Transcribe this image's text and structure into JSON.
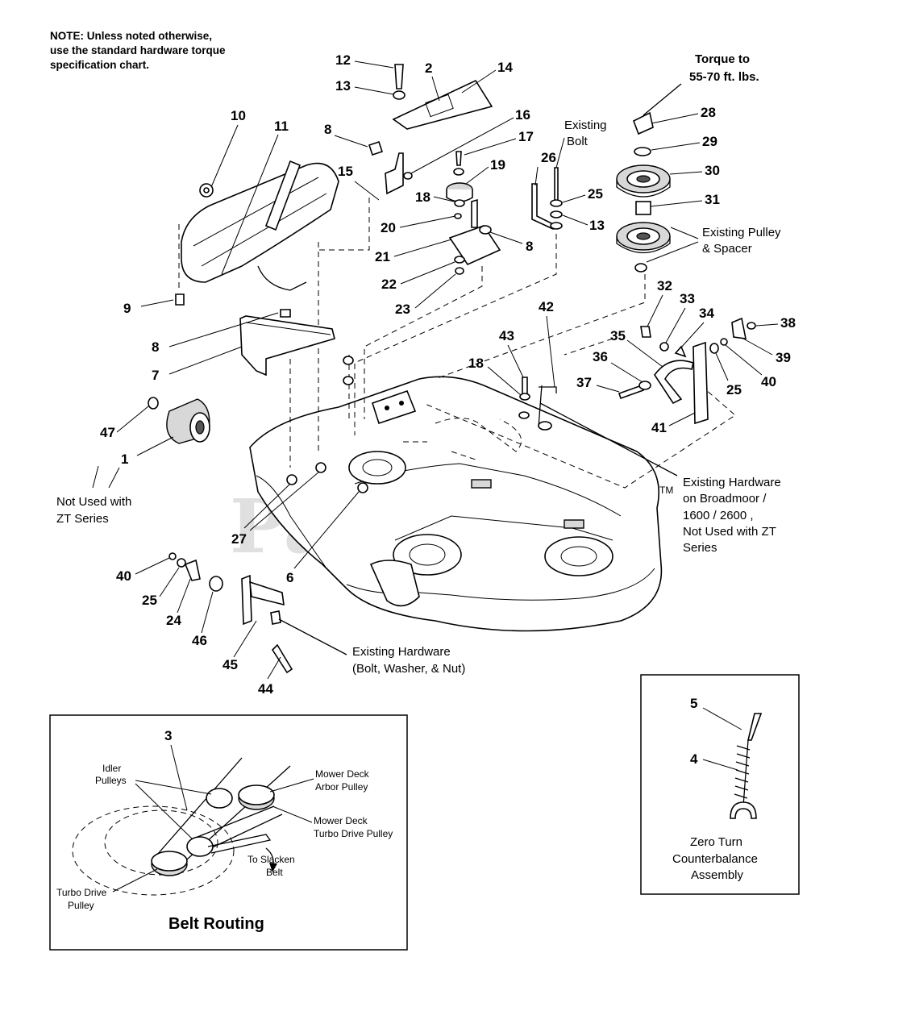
{
  "note": {
    "line1": "NOTE: Unless noted otherwise,",
    "line2": "use the standard hardware torque",
    "line3": "specification chart."
  },
  "torque": {
    "line1": "Torque to",
    "line2": "55-70 ft. lbs."
  },
  "labels": {
    "existing_bolt_1": "Existing",
    "existing_bolt_2": "Bolt",
    "existing_pulley_1": "Existing Pulley",
    "existing_pulley_2": "& Spacer",
    "not_used_1": "Not Used with",
    "not_used_2": "ZT Series",
    "broadmoor_1": "Existing Hardware",
    "broadmoor_2": "on Broadmoor /",
    "broadmoor_3": "1600 / 2600 ,",
    "broadmoor_4": "Not Used with ZT",
    "broadmoor_5": "Series",
    "hardware_1": "Existing Hardware",
    "hardware_2": "(Bolt, Washer, & Nut)"
  },
  "watermark": {
    "text": "PartsTree",
    "tm": "TM"
  },
  "callouts": {
    "n1": "1",
    "n2": "2",
    "n3": "3",
    "n4": "4",
    "n5": "5",
    "n6": "6",
    "n7": "7",
    "n8a": "8",
    "n8b": "8",
    "n8c": "8",
    "n9": "9",
    "n10": "10",
    "n11": "11",
    "n12": "12",
    "n13a": "13",
    "n13b": "13",
    "n14": "14",
    "n15": "15",
    "n16": "16",
    "n17": "17",
    "n18a": "18",
    "n18b": "18",
    "n19": "19",
    "n20": "20",
    "n21": "21",
    "n22": "22",
    "n23": "23",
    "n24": "24",
    "n25a": "25",
    "n25b": "25",
    "n25c": "25",
    "n26": "26",
    "n27": "27",
    "n28": "28",
    "n29": "29",
    "n30": "30",
    "n31": "31",
    "n32": "32",
    "n33": "33",
    "n34": "34",
    "n35": "35",
    "n36": "36",
    "n37": "37",
    "n38": "38",
    "n39": "39",
    "n40a": "40",
    "n40b": "40",
    "n41": "41",
    "n42": "42",
    "n43": "43",
    "n44": "44",
    "n45": "45",
    "n46": "46",
    "n47": "47"
  },
  "belt_routing": {
    "title": "Belt Routing",
    "idler_1": "Idler",
    "idler_2": "Pulleys",
    "arbor_1": "Mower Deck",
    "arbor_2": "Arbor Pulley",
    "turbo_1": "Mower Deck",
    "turbo_2": "Turbo Drive Pulley",
    "slacken_1": "To Slacken",
    "slacken_2": "Belt",
    "drive_1": "Turbo Drive",
    "drive_2": "Pulley"
  },
  "zero_turn": {
    "line1": "Zero Turn",
    "line2": "Counterbalance",
    "line3": "Assembly"
  }
}
